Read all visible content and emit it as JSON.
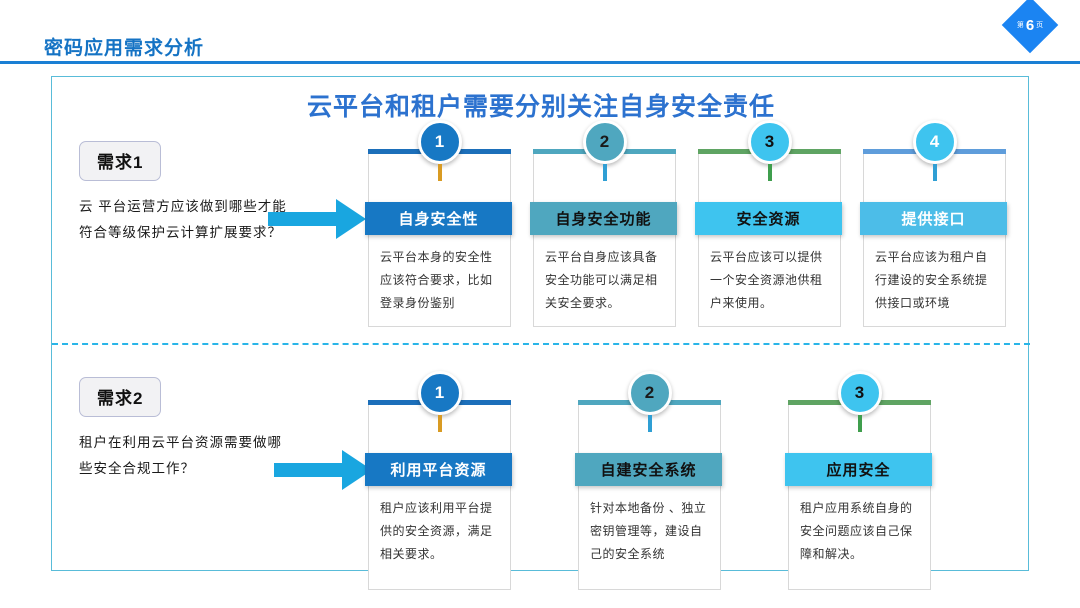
{
  "header": {
    "title": "密码应用需求分析",
    "page_badge": {
      "prefix": "第",
      "number": "6",
      "suffix": "页"
    }
  },
  "headline": "云平台和租户需要分别关注自身安全责任",
  "colors": {
    "title_blue": "#1573c4",
    "headline_blue": "#2c72cf",
    "arrow_cyan": "#19a6e0",
    "divider_cyan": "#29b5e8",
    "frame_border": "#59bcd9",
    "badge_blue": "#1b84f2"
  },
  "rows": [
    {
      "requirement": {
        "badge": "需求1",
        "text": "云 平台运营方应该做到哪些才能符合等级保护云计算扩展要求？"
      },
      "arrow_icon": "arrow-right-icon",
      "cards": [
        {
          "number": "1",
          "title": "自身安全性",
          "body": "云平台本身的安全性应该符合要求，比如登录身份鉴别",
          "circle_bg": "#1778c4",
          "circle_fg": "#ffffff",
          "topbar": "#1c6fba",
          "stem": "#d99b23",
          "title_bg": "#1778c4",
          "title_fg": "#ffffff"
        },
        {
          "number": "2",
          "title": "自身安全功能",
          "body": "云平台自身应该具备安全功能可以满足相关安全要求。",
          "circle_bg": "#4fa7bf",
          "circle_fg": "#1a1a1a",
          "topbar": "#4fa7bf",
          "stem": "#2f9fd4",
          "title_bg": "#4fa7bf",
          "title_fg": "#111111"
        },
        {
          "number": "3",
          "title": "安全资源",
          "body": "云平台应该可以提供一个安全资源池供租户来使用。",
          "circle_bg": "#3ec4ef",
          "circle_fg": "#111111",
          "topbar": "#5fa463",
          "stem": "#3f9e4d",
          "title_bg": "#3ec4ef",
          "title_fg": "#111111"
        },
        {
          "number": "4",
          "title": "提供接口",
          "body": "云平台应该为租户自行建设的安全系统提供接口或环境",
          "circle_bg": "#3ec4ef",
          "circle_fg": "#ffffff",
          "topbar": "#5f9ddb",
          "stem": "#2f9fd4",
          "title_bg": "#4cbde8",
          "title_fg": "#ffffff"
        }
      ]
    },
    {
      "requirement": {
        "badge": "需求2",
        "text": "租户在利用云平台资源需要做哪些安全合规工作？"
      },
      "arrow_icon": "arrow-right-icon",
      "cards": [
        {
          "number": "1",
          "title": "利用平台资源",
          "body": "租户应该利用平台提供的安全资源，满足相关要求。",
          "circle_bg": "#1778c4",
          "circle_fg": "#ffffff",
          "topbar": "#1c6fba",
          "stem": "#d99b23",
          "title_bg": "#1778c4",
          "title_fg": "#ffffff"
        },
        {
          "number": "2",
          "title": "自建安全系统",
          "body": "针对本地备份 、独立密钥管理等，建设自己的安全系统",
          "circle_bg": "#4fa7bf",
          "circle_fg": "#1a1a1a",
          "topbar": "#4fa7bf",
          "stem": "#2f9fd4",
          "title_bg": "#4fa7bf",
          "title_fg": "#111111"
        },
        {
          "number": "3",
          "title": "应用安全",
          "body": "租户应用系统自身的安全问题应该自己保障和解决。",
          "circle_bg": "#3ec4ef",
          "circle_fg": "#111111",
          "topbar": "#5fa463",
          "stem": "#3f9e4d",
          "title_bg": "#3ec4ef",
          "title_fg": "#111111"
        }
      ]
    }
  ]
}
